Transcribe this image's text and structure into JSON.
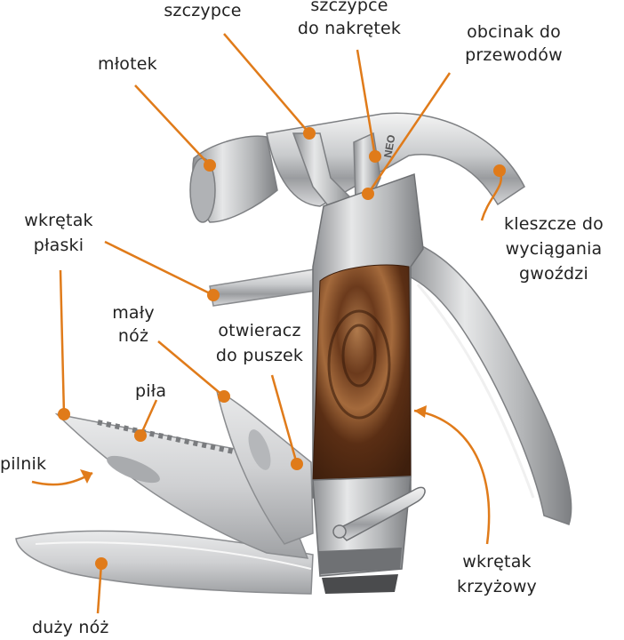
{
  "brand_text": "NEO",
  "accent_color": "#e07b1a",
  "labels": {
    "szczypce": "szczypce",
    "szczypce_nakretek_1": "szczypce",
    "szczypce_nakretek_2": "do nakrętek",
    "obcinak_1": "obcinak do",
    "obcinak_2": "przewodów",
    "mlotek": "młotek",
    "wkretak_plaski_1": "wkrętak",
    "wkretak_plaski_2": "płaski",
    "kleszcze_1": "kleszcze do",
    "kleszcze_2": "wyciągania",
    "kleszcze_3": "gwoździ",
    "maly_noz_1": "mały",
    "maly_noz_2": "nóż",
    "otwieracz_1": "otwieracz",
    "otwieracz_2": "do puszek",
    "pila": "piła",
    "pilnik": "pilnik",
    "wkretak_krzyzowy_1": "wkrętak",
    "wkretak_krzyzowy_2": "krzyżowy",
    "duzy_noz": "duży nóż"
  }
}
